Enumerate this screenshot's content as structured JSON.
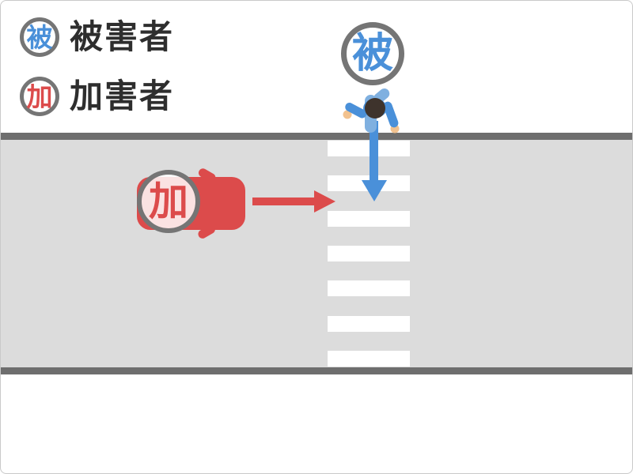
{
  "legend": {
    "items": [
      {
        "role": "victim",
        "marker": "被",
        "label": "被害者",
        "color": "#4a90d9"
      },
      {
        "role": "offender",
        "marker": "加",
        "label": "加害者",
        "color": "#dc4b4b"
      }
    ]
  },
  "diagram": {
    "victim_badge": "被",
    "offender_badge": "加",
    "crosswalk": {
      "stripes": 7
    }
  },
  "colors": {
    "victim_blue": "#4a90d9",
    "victim_light_blue": "#7fb0e0",
    "offender_red": "#dc4b4b",
    "road_surface": "#dcdcdc",
    "road_edge": "#6e6e6e",
    "badge_ring": "#757575",
    "pedestrian_head": "#3e332c",
    "pedestrian_skin": "#f2c28f"
  }
}
